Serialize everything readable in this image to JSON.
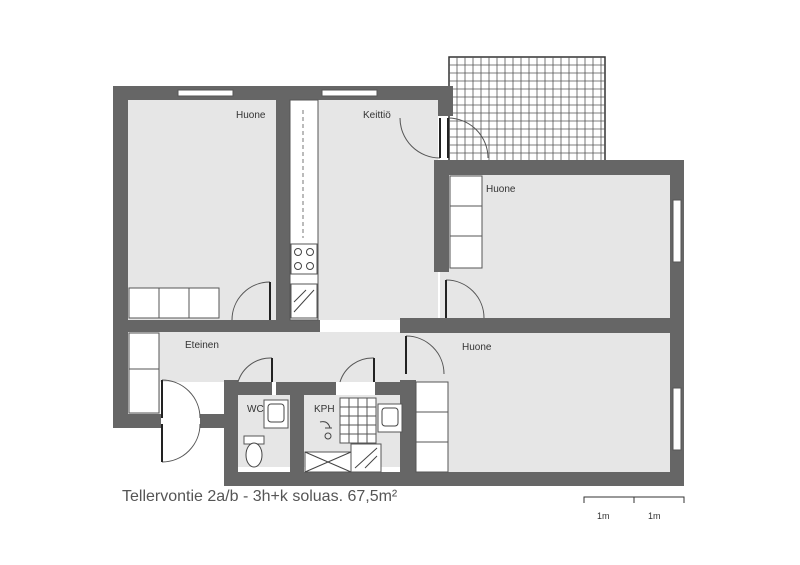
{
  "rooms": {
    "room_a": "Huone",
    "kitchen": "Keittiö",
    "room_b": "Huone",
    "room_c": "Huone",
    "hall": "Eteinen",
    "wc": "WC",
    "bath": "KPH"
  },
  "caption": "Tellervontie 2a/b - 3h+k soluas. 67,5m²",
  "scale": {
    "label_1": "1m",
    "label_2": "1m"
  }
}
